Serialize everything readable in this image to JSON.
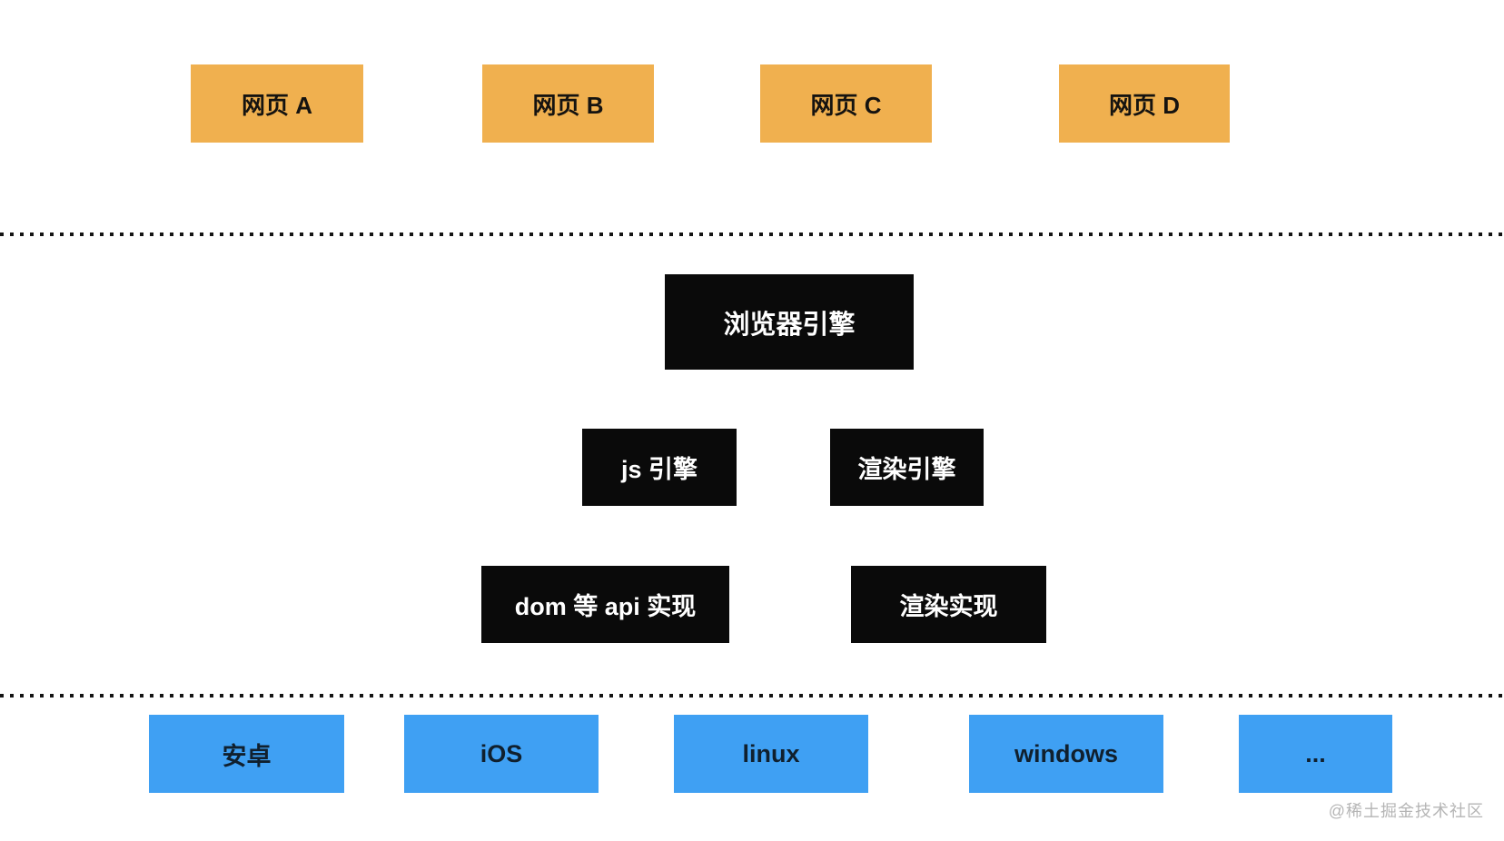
{
  "colors": {
    "orange": "#F0B04F",
    "blue": "#3FA0F3",
    "box_black": "#0a0a0a",
    "dot_line": "#141414",
    "watermark_gray": "#b5b5b5"
  },
  "web_pages": [
    {
      "label": "网页 A"
    },
    {
      "label": "网页 B"
    },
    {
      "label": "网页 C"
    },
    {
      "label": "网页 D"
    }
  ],
  "browser_engine": {
    "label": "浏览器引擎"
  },
  "engines": [
    {
      "label": "js 引擎"
    },
    {
      "label": "渲染引擎"
    }
  ],
  "implementations": [
    {
      "label": "dom 等 api 实现"
    },
    {
      "label": "渲染实现"
    }
  ],
  "platforms": [
    {
      "label": "安卓"
    },
    {
      "label": "iOS"
    },
    {
      "label": "linux"
    },
    {
      "label": "windows"
    },
    {
      "label": "..."
    }
  ],
  "watermark": "@稀土掘金技术社区"
}
